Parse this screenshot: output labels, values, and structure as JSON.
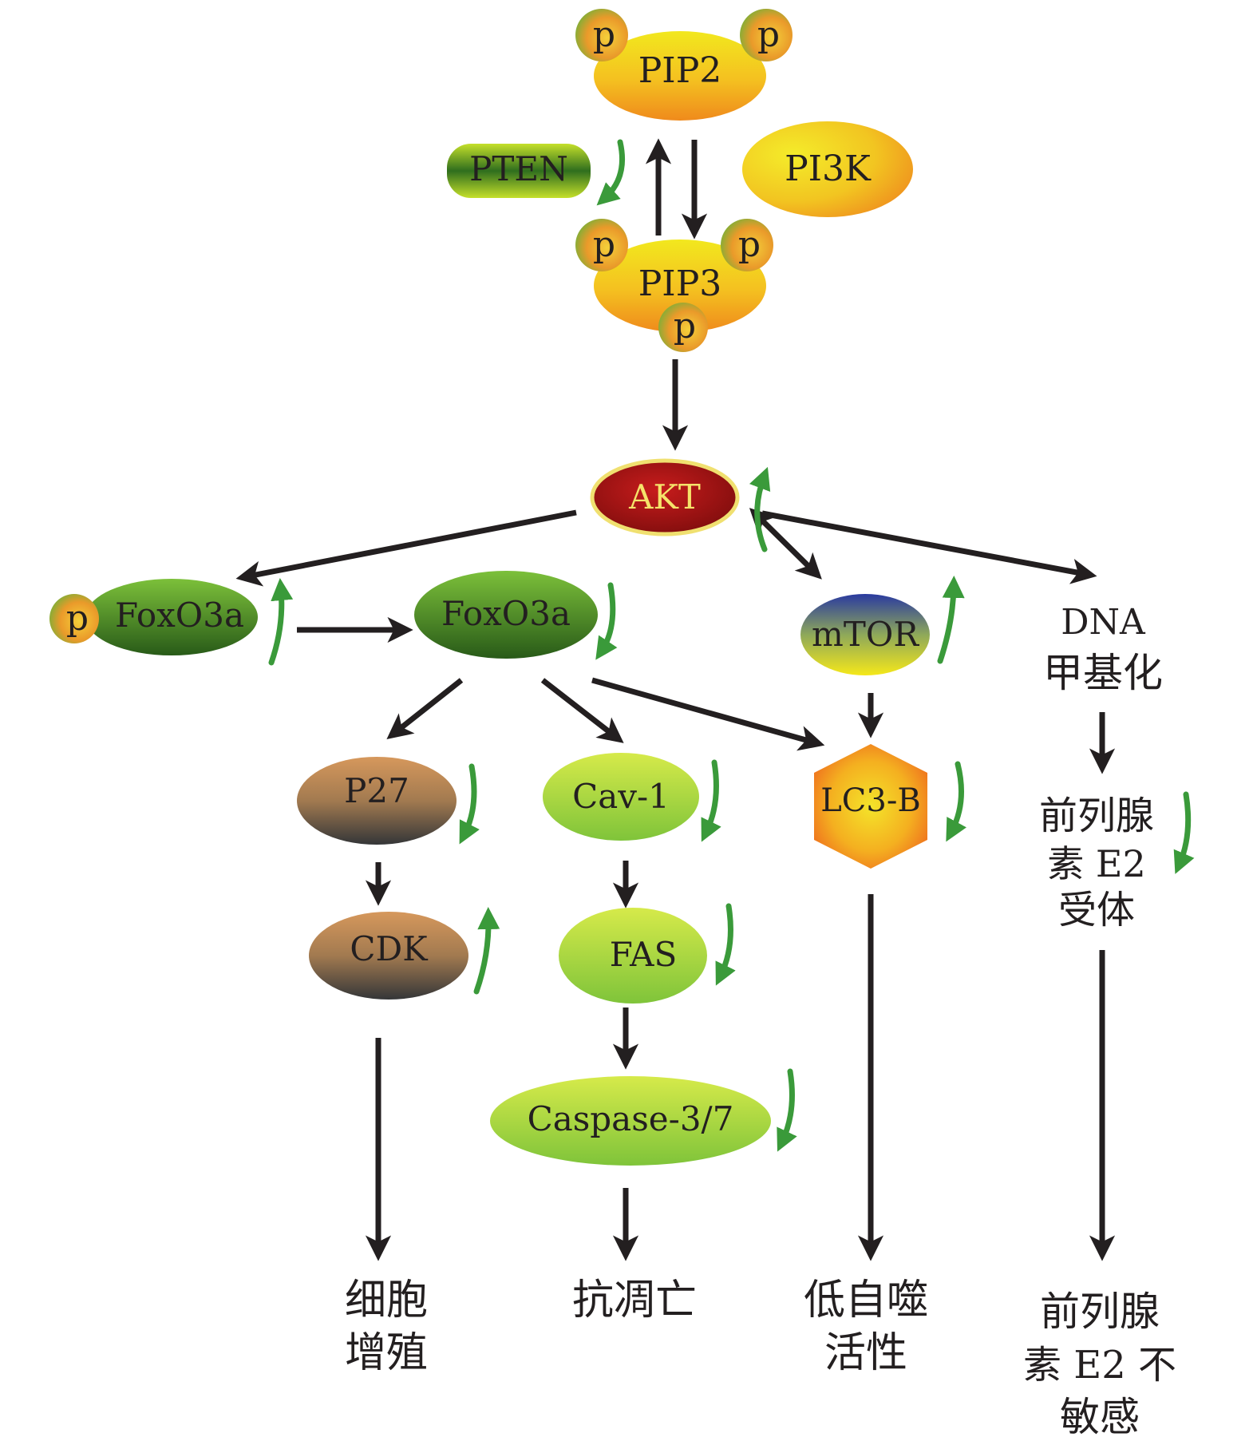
{
  "nodes": {
    "pip2": "PIP2",
    "pten": "PTEN",
    "pi3k": "PI3K",
    "pip3": "PIP3",
    "akt": "AKT",
    "foxo3a_p": "FoxO3a",
    "foxo3a": "FoxO3a",
    "mtor": "mTOR",
    "dna_methylation": [
      "DNA",
      "甲基化"
    ],
    "p27": "P27",
    "cav1": "Cav-1",
    "lc3b": "LC3-B",
    "androgen_receptor": [
      "前列腺",
      "素 E2",
      "受体"
    ],
    "cdk": "CDK",
    "fas": "FAS",
    "caspase": "Caspase-3/7"
  },
  "phospho_label": "p",
  "outcomes": {
    "proliferation": [
      "细胞",
      "增殖"
    ],
    "anti_apoptosis": [
      "抗凋亡"
    ],
    "low_autophagy": [
      "低自噬",
      "活性"
    ],
    "insensitive": [
      "前列腺",
      "素 E2 不",
      "敏感"
    ]
  },
  "colors": {
    "arrow": "#231f20",
    "regulation_arrow": "#3a9a3a",
    "akt": "#b01818",
    "akt_border": "#f0e070",
    "akt_text": "#f5e36a",
    "yellow_orange_top": "#f2e81e",
    "yellow_orange_bottom": "#f08a1e",
    "dark_green": "#2f6e1e",
    "light_green": "#b8e04a",
    "brown": "#d1955a",
    "brown_dark": "#3a3535",
    "mtor_top": "#2a3aa0",
    "mtor_bottom": "#f5e81a"
  },
  "regulation": {
    "pten": "down",
    "akt": "up",
    "foxo3a_p": "up",
    "foxo3a": "down",
    "mtor": "up",
    "p27": "down",
    "cav1": "down",
    "lc3b": "down",
    "androgen_receptor": "down",
    "cdk": "up",
    "fas": "down",
    "caspase": "down"
  }
}
